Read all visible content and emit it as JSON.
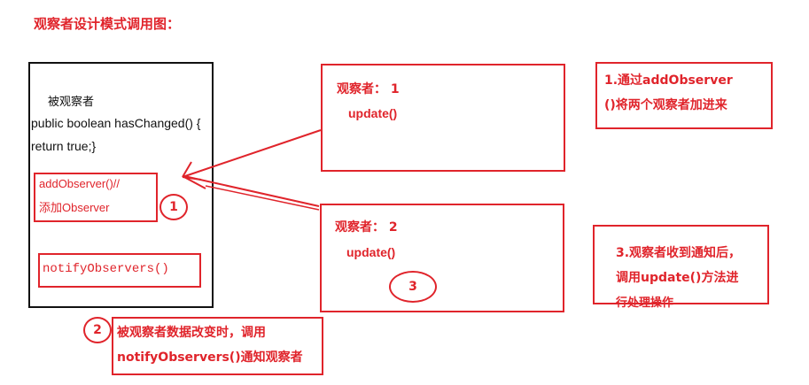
{
  "title": "观察者设计模式调用图：",
  "subject": {
    "label": "被观察者",
    "code_line1": "public boolean hasChanged() {",
    "code_line2": "return true;}",
    "add_line1": "addObserver()//",
    "add_line2": "添加Observer",
    "notify": "notifyObservers()"
  },
  "observer1": {
    "title": "观察者：  1",
    "update": "update()"
  },
  "observer2": {
    "title": "观察者：  2",
    "update": "update()"
  },
  "markers": {
    "one": "1",
    "two": "2",
    "three": "3"
  },
  "notes": {
    "note1_line1": "1.通过addObserver",
    "note1_line2": "()将两个观察者加进来",
    "note2_line1": "被观察者数据改变时，调用",
    "note2_line2": "notifyObservers()通知观察者",
    "note3_line1": "3.观察者收到通知后，",
    "note3_line2": "调用update()方法进",
    "note3_line3": "行处理操作"
  },
  "colors": {
    "accent": "#e0242b",
    "border": "#111111"
  }
}
